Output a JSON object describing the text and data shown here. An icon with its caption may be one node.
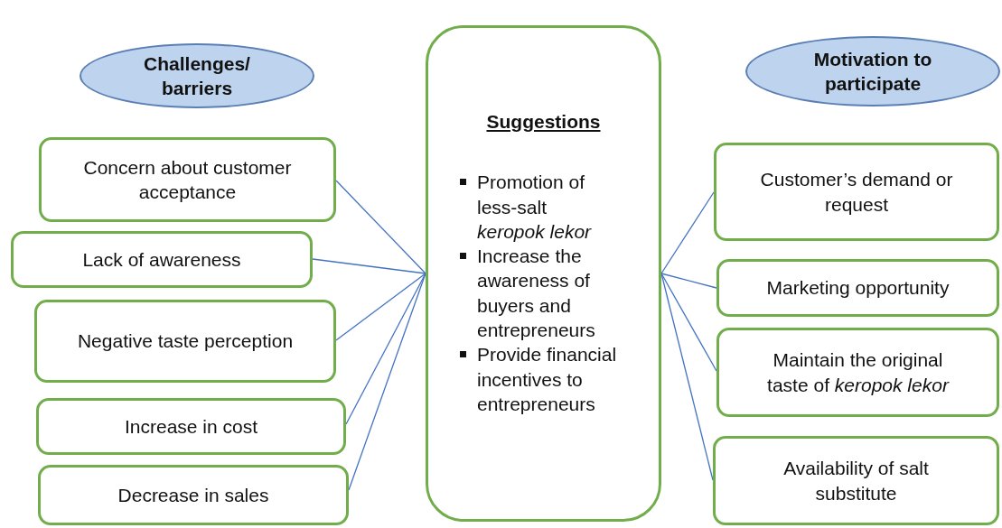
{
  "diagram": {
    "nodes": [
      {
        "text": [
          "Challenges/ barriers"
        ]
      },
      {
        "text": [
          "Motivation to participate"
        ]
      },
      {
        "text": [
          "Suggestions",
          "Promotion of less-salt *keropok lekor*",
          "Increase the awareness of buyers and entrepreneurs",
          "Provide financial incentives to entrepreneurs"
        ]
      },
      {
        "text": [
          "Concern about customer acceptance"
        ]
      },
      {
        "text": [
          "Lack of awareness"
        ]
      },
      {
        "text": [
          "Negative taste perception"
        ]
      },
      {
        "text": [
          "Increase in cost"
        ]
      },
      {
        "text": [
          "Decrease in sales"
        ]
      },
      {
        "text": [
          "Customer’s demand or request"
        ]
      },
      {
        "text": [
          "Marketing opportunity"
        ]
      },
      {
        "text": [
          "Maintain the original taste of *keropok lekor*"
        ]
      },
      {
        "text": [
          "Availability of salt substitute"
        ]
      }
    ],
    "edges": [
      {
        "from": 3,
        "to": 2,
        "arrow": "none"
      },
      {
        "from": 4,
        "to": 2,
        "arrow": "none"
      },
      {
        "from": 5,
        "to": 2,
        "arrow": "none"
      },
      {
        "from": 6,
        "to": 2,
        "arrow": "none"
      },
      {
        "from": 7,
        "to": 2,
        "arrow": "none"
      },
      {
        "from": 8,
        "to": 2,
        "arrow": "none"
      },
      {
        "from": 9,
        "to": 2,
        "arrow": "none"
      },
      {
        "from": 10,
        "to": 2,
        "arrow": "none"
      },
      {
        "from": 11,
        "to": 2,
        "arrow": "none"
      }
    ]
  }
}
